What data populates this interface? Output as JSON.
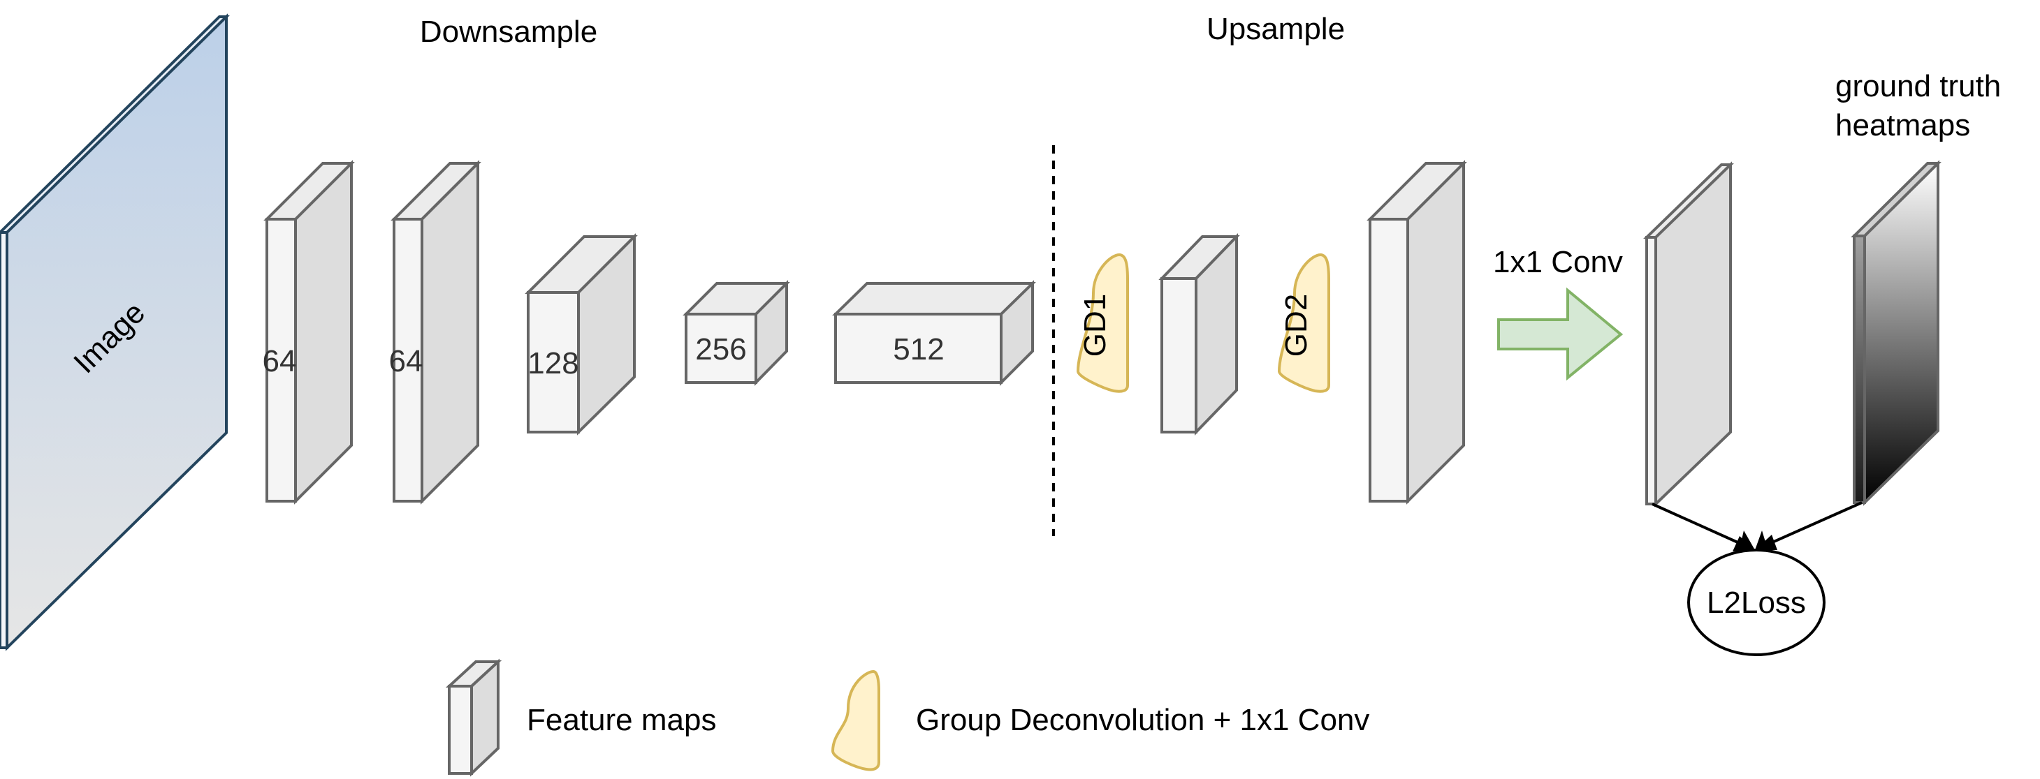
{
  "sections": {
    "downsample": "Downsample",
    "upsample": "Upsample"
  },
  "input": {
    "label": "Image"
  },
  "feature_maps": {
    "d1": "64",
    "d2": "64",
    "d3": "128",
    "d4": "256",
    "d5": "512"
  },
  "group_deconv": {
    "gd1": "GD1",
    "gd2": "GD2"
  },
  "conv_label": "1x1 Conv",
  "ground_truth": {
    "line1": "ground truth",
    "line2": "heatmaps"
  },
  "loss": {
    "label": "L2Loss"
  },
  "legend": {
    "feature_maps": "Feature maps",
    "group_deconv": "Group Deconvolution + 1x1 Conv"
  },
  "colors": {
    "box_front": "#f5f5f5",
    "box_side": "#dddddd",
    "box_top": "#ececec",
    "box_stroke": "#666666",
    "gd_fill": "#fff2cc",
    "gd_stroke": "#d6b656",
    "arrow_fill": "#d5e8d4",
    "arrow_stroke": "#82b366",
    "image_top": "#bcd0e8",
    "image_bottom": "#e6e6e6"
  }
}
